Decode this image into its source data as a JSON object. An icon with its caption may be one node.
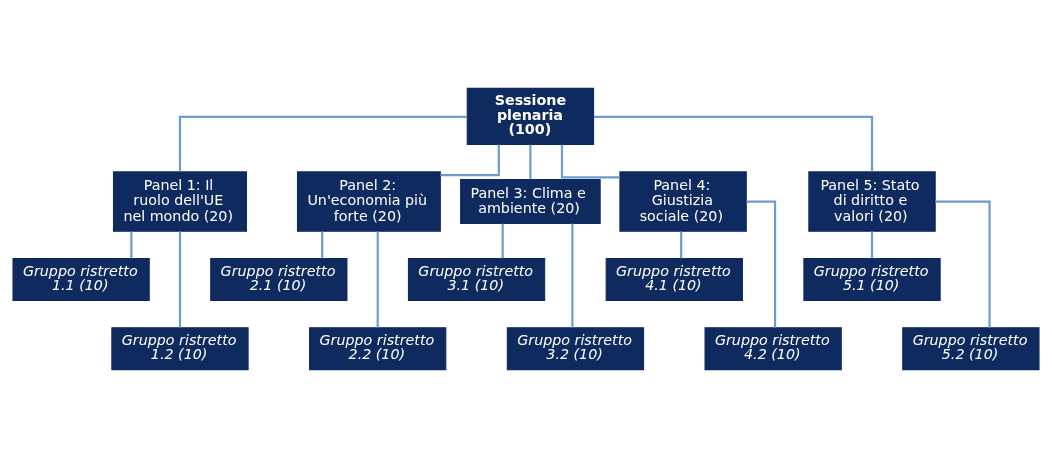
{
  "diagram": {
    "nodes": [
      {
        "text": [
          "Sessione plenaria (100)"
        ]
      },
      {
        "text": [
          "Panel 1: Il ruolo dell'UE nel mondo (20)"
        ]
      },
      {
        "text": [
          "Panel 2: Un'economia più forte (20)"
        ]
      },
      {
        "text": [
          "Panel 3: Clima e ambiente (20)"
        ]
      },
      {
        "text": [
          "Panel 4: Giustizia sociale (20)"
        ]
      },
      {
        "text": [
          "Panel 5: Stato di diritto e valori (20)"
        ]
      },
      {
        "text": [
          "Gruppo ristretto 1.1 (10)"
        ]
      },
      {
        "text": [
          "Gruppo ristretto 2.1 (10)"
        ]
      },
      {
        "text": [
          "Gruppo ristretto 3.1 (10)"
        ]
      },
      {
        "text": [
          "Gruppo ristretto 4.1 (10)"
        ]
      },
      {
        "text": [
          "Gruppo ristretto 5.1 (10)"
        ]
      },
      {
        "text": [
          "Gruppo ristretto 1.2 (10)"
        ]
      },
      {
        "text": [
          "Gruppo ristretto 2.2 (10)"
        ]
      },
      {
        "text": [
          "Gruppo ristretto 3.2 (10)"
        ]
      },
      {
        "text": [
          "Gruppo ristretto 4.2 (10)"
        ]
      },
      {
        "text": [
          "Gruppo ristretto 5.2 (10)"
        ]
      }
    ],
    "edges": [
      {
        "from": 0,
        "to": 1,
        "arrow": "none"
      },
      {
        "from": 0,
        "to": 2,
        "arrow": "none"
      },
      {
        "from": 0,
        "to": 3,
        "arrow": "none"
      },
      {
        "from": 0,
        "to": 4,
        "arrow": "none"
      },
      {
        "from": 0,
        "to": 5,
        "arrow": "none"
      },
      {
        "from": 1,
        "to": 6,
        "arrow": "none"
      },
      {
        "from": 1,
        "to": 11,
        "arrow": "none"
      },
      {
        "from": 2,
        "to": 7,
        "arrow": "none"
      },
      {
        "from": 2,
        "to": 12,
        "arrow": "none"
      },
      {
        "from": 3,
        "to": 8,
        "arrow": "none"
      },
      {
        "from": 3,
        "to": 13,
        "arrow": "none"
      },
      {
        "from": 4,
        "to": 9,
        "arrow": "none"
      },
      {
        "from": 4,
        "to": 14,
        "arrow": "none"
      },
      {
        "from": 5,
        "to": 10,
        "arrow": "none"
      },
      {
        "from": 5,
        "to": 15,
        "arrow": "none"
      }
    ]
  }
}
